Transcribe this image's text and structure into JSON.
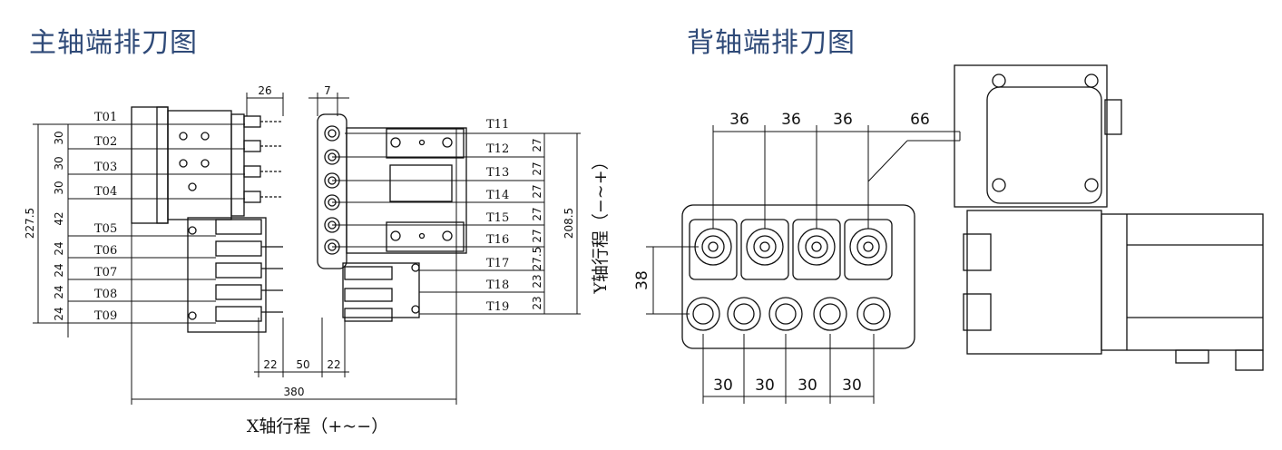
{
  "titles": {
    "main_spindle": "主轴端排刀图",
    "back_spindle": "背轴端排刀图"
  },
  "main_diagram": {
    "left_tools": [
      "T01",
      "T02",
      "T03",
      "T04",
      "T05",
      "T06",
      "T07",
      "T08",
      "T09"
    ],
    "right_tools": [
      "T11",
      "T12",
      "T13",
      "T14",
      "T15",
      "T16",
      "T17",
      "T18",
      "T19"
    ],
    "left_pitch_dims": [
      "30",
      "30",
      "30",
      "42",
      "24",
      "24",
      "24",
      "24"
    ],
    "left_total_dim": "227.5",
    "right_pitch_dims": [
      "27",
      "27",
      "27",
      "27",
      "27",
      "27.5",
      "23",
      "23"
    ],
    "right_total_dim": "208.5",
    "top_dims": [
      "26",
      "7"
    ],
    "bottom_dims": [
      "22",
      "50",
      "22"
    ],
    "overall_width_dim": "380",
    "x_travel_label": "X轴行程（+~−）",
    "y_travel_label": "Y轴行程（−~+）"
  },
  "back_diagram": {
    "top_dims": [
      "36",
      "36",
      "36",
      "66"
    ],
    "bottom_dims": [
      "30",
      "30",
      "30",
      "30"
    ],
    "height_dim": "38"
  }
}
